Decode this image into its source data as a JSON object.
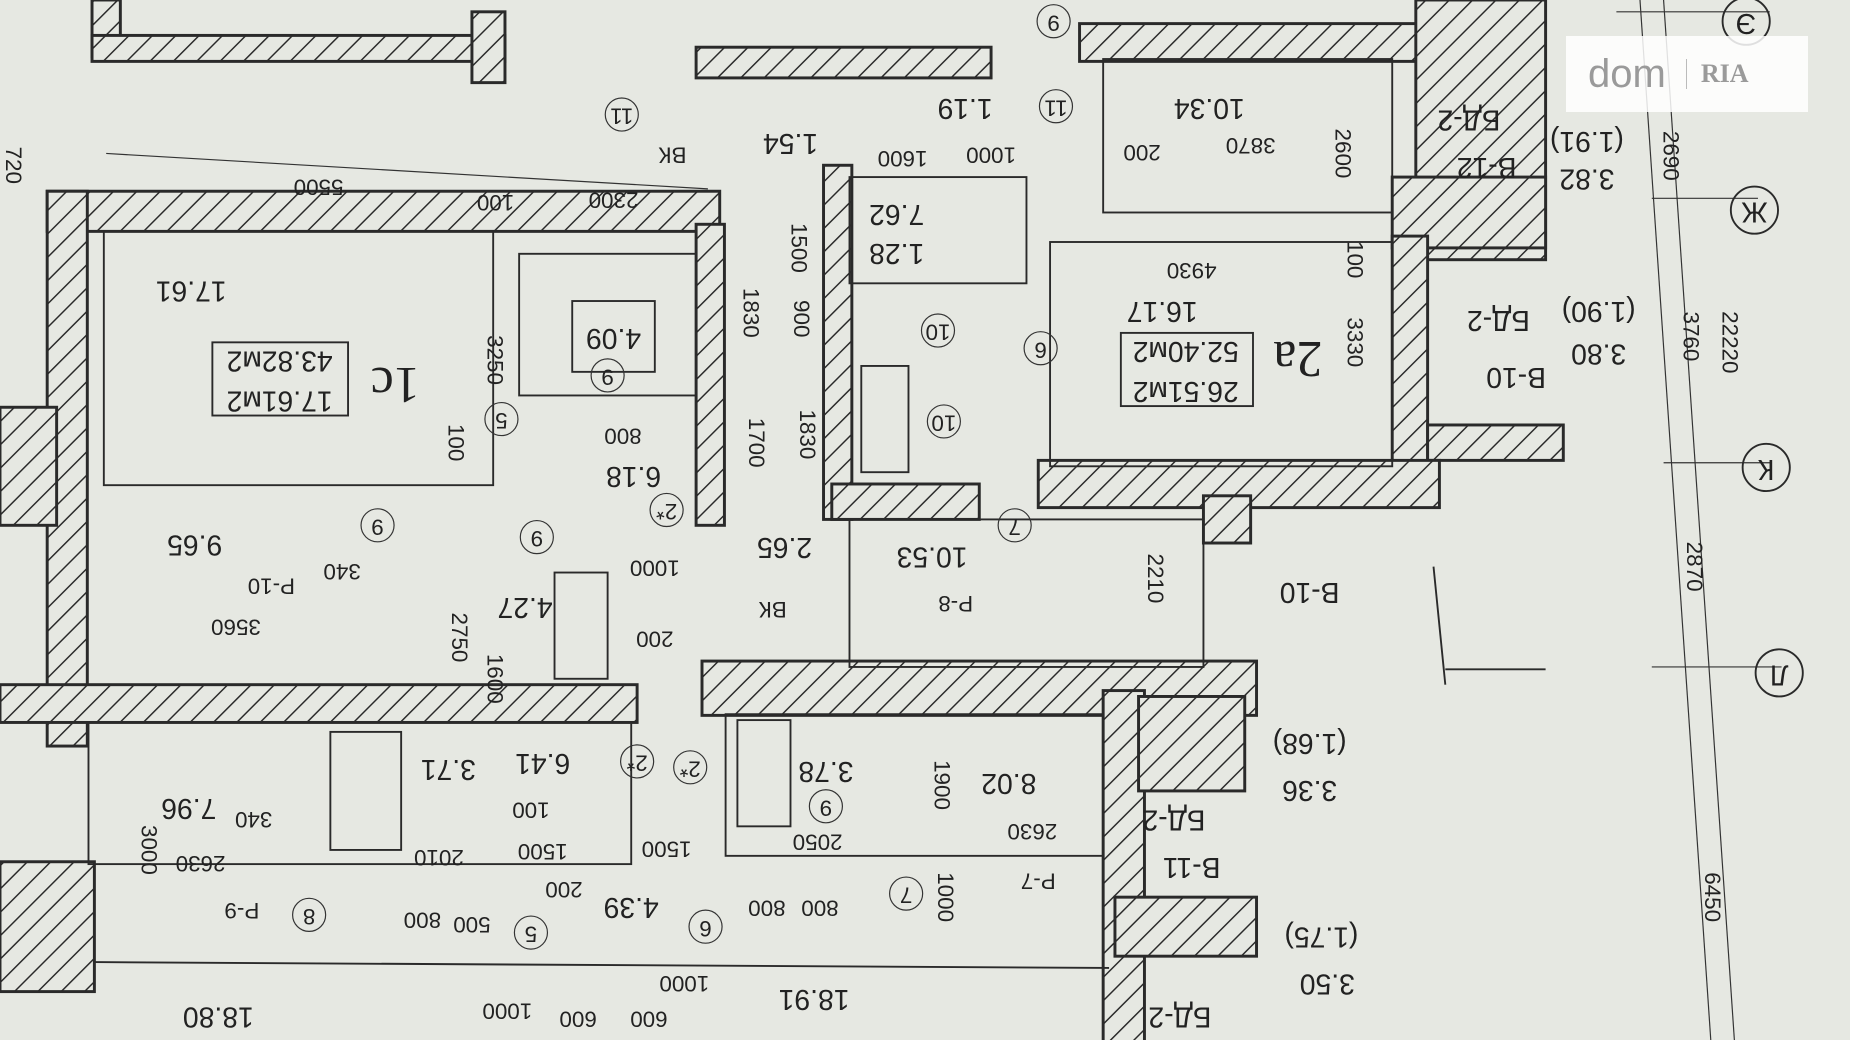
{
  "watermark": {
    "brand": "dom",
    "brand_suffix": "RIA"
  },
  "apartments": {
    "a1c": {
      "name": "1с",
      "total_area": "43.82м2",
      "living_area": "17.61м2"
    },
    "a2a": {
      "name": "2а",
      "total_area": "52.40м2",
      "living_area": "26.51м2"
    }
  },
  "axes": [
    "Э",
    "Ж",
    "К",
    "Л"
  ],
  "room_areas": [
    "17.61",
    "4.09",
    "6.18",
    "9.65",
    "4.27",
    "2.65",
    "7.62",
    "1.28",
    "1.19",
    "1.54",
    "10.34",
    "16.17",
    "10.53",
    "6.41",
    "3.71",
    "7.96",
    "3.78",
    "8.02",
    "4.39",
    "18.80",
    "18.91"
  ],
  "balconies": [
    "3.82",
    "(1.91)",
    "3.80",
    "(1.90)",
    "3.36",
    "(1.68)",
    "3.50",
    "(1.75)"
  ],
  "marks": [
    "БД-2",
    "В-12",
    "БД-2",
    "В-10",
    "В-10",
    "БД-2",
    "В-11",
    "БД-2",
    "Р-10",
    "Р-8",
    "Р-9",
    "Р-7",
    "ВК",
    "ВК"
  ],
  "dimensions": [
    "5500",
    "2300",
    "100",
    "720",
    "3250",
    "800",
    "3560",
    "340",
    "2750",
    "1600",
    "200",
    "1000",
    "1700",
    "1830",
    "1830",
    "1500",
    "900",
    "1600",
    "1000",
    "3870",
    "200",
    "2600",
    "4930",
    "3330",
    "100",
    "2690",
    "3760",
    "22220",
    "2870",
    "6450",
    "2210",
    "1500",
    "1500",
    "2010",
    "2630",
    "3000",
    "200",
    "500",
    "800",
    "800",
    "800",
    "2630",
    "2050",
    "1900",
    "1000",
    "1000",
    "600",
    "600",
    "1000",
    "340",
    "100",
    "100"
  ],
  "circle_marks": [
    "5",
    "9",
    "9",
    "9",
    "2*",
    "2*",
    "2*",
    "10",
    "10",
    "6",
    "7",
    "7",
    "8",
    "5",
    "6",
    "9",
    "11",
    "11",
    "9"
  ]
}
